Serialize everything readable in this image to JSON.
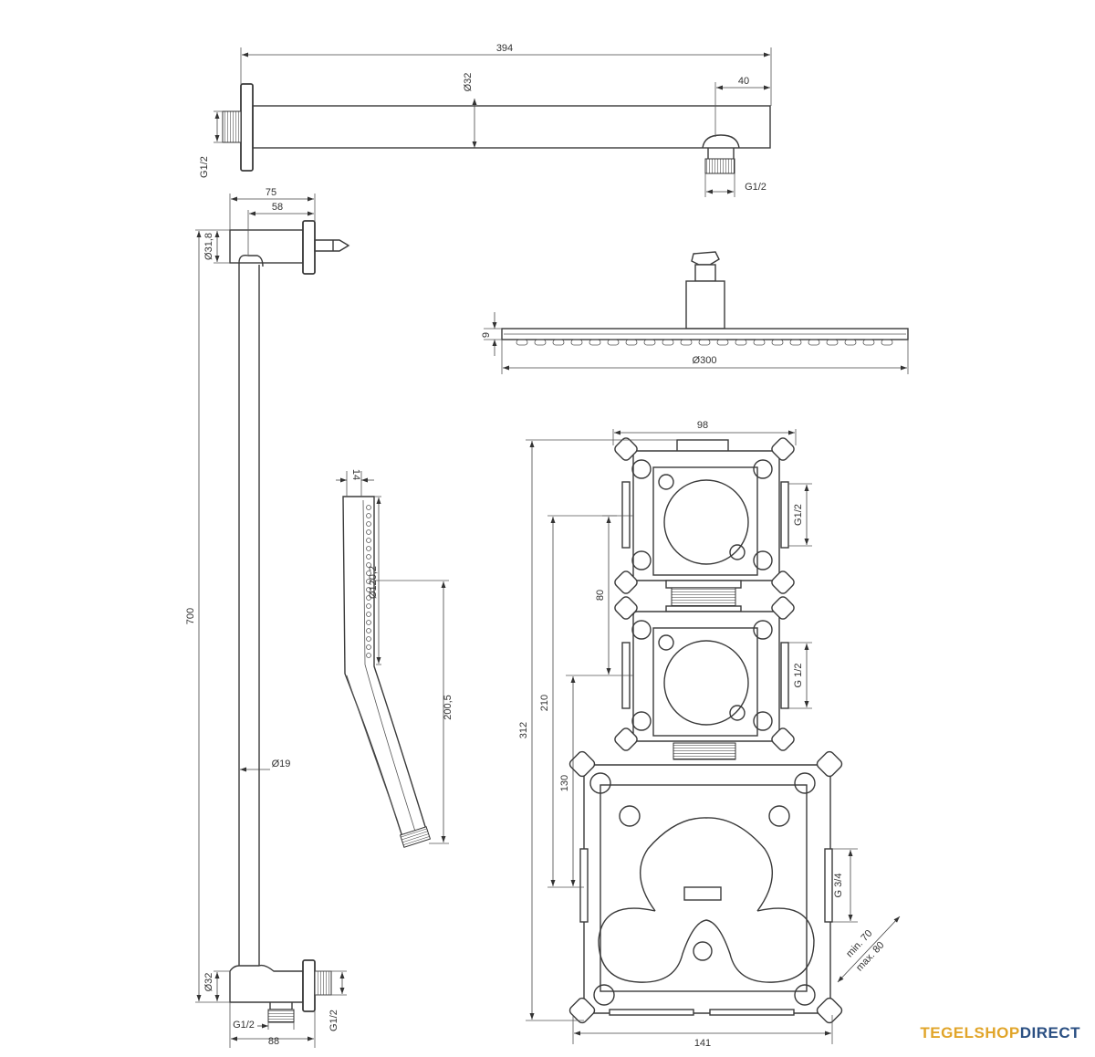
{
  "brand": {
    "part1": "TEGELSHOP",
    "part2": "DIRECT"
  },
  "dimensions": {
    "arm_length": "394",
    "arm_diameter": "Ø32",
    "arm_end_offset": "40",
    "arm_thread_left": "G1/2",
    "arm_thread_right": "G1/2",
    "rail_depth_total": "75",
    "rail_depth_inner": "58",
    "rail_bracket_diameter": "Ø31,8",
    "rail_height": "700",
    "rail_tube_diameter": "Ø19",
    "rail_bottom_diameter": "Ø32",
    "rail_bottom_thread_left": "G1/2",
    "rail_bottom_thread_right": "G1/2",
    "rail_bottom_width": "88",
    "head_thickness": "9",
    "head_diameter": "Ø300",
    "hand_shower_thickness": "14",
    "hand_shower_head_diameter": "Ø120,2",
    "hand_shower_length": "200,5",
    "box_total_height": "312",
    "box_height_210": "210",
    "box_height_130": "130",
    "valve_spacing": "80",
    "valve_width": "98",
    "valve_thread_top": "G1/2",
    "valve_thread_middle": "G 1/2",
    "box_thread": "G 3/4",
    "box_width": "141",
    "depth_min": "min. 70",
    "depth_max": "max. 80"
  }
}
